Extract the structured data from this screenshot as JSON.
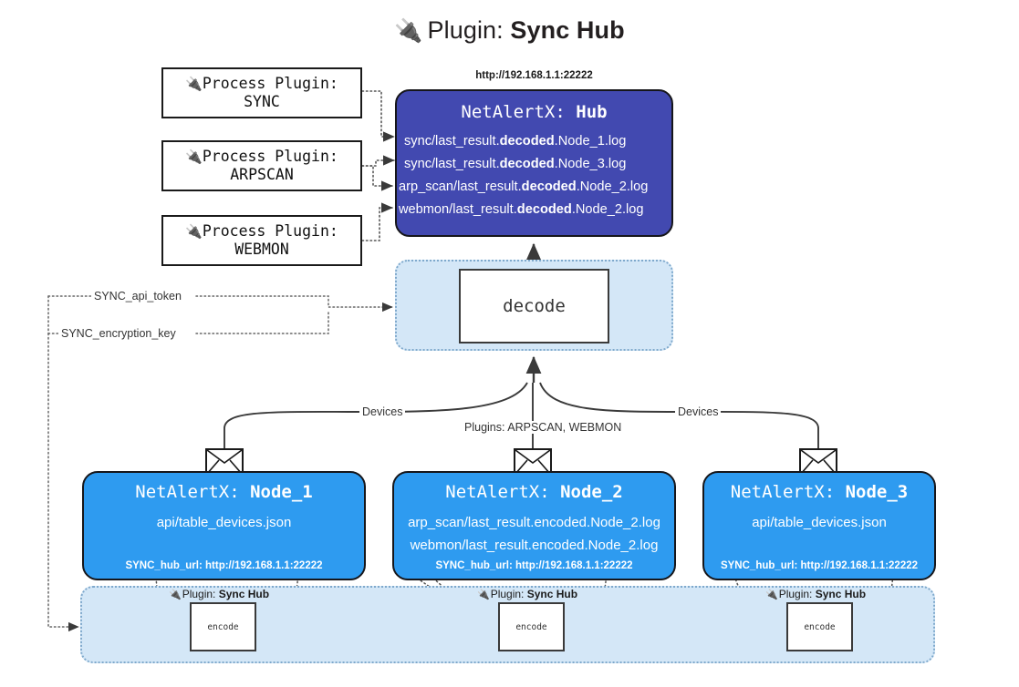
{
  "title": {
    "icon": "plug-icon",
    "prefix": "Plugin:",
    "name": "Sync Hub"
  },
  "process_plugins": [
    {
      "icon": "plug-icon",
      "line1": "Process Plugin:",
      "line2": "SYNC"
    },
    {
      "icon": "plug-icon",
      "line1": "Process Plugin:",
      "line2": "ARPSCAN"
    },
    {
      "icon": "plug-icon",
      "line1": "Process Plugin:",
      "line2": "WEBMON"
    }
  ],
  "hub": {
    "url": "http://192.168.1.1:22222",
    "title_prefix": "NetAlertX:",
    "title_name": "Hub",
    "logs": [
      {
        "pre": "sync/last_result.",
        "bold": "decoded",
        "post": ".Node_1.log"
      },
      {
        "pre": "sync/last_result.",
        "bold": "decoded",
        "post": ".Node_3.log"
      },
      {
        "pre": "arp_scan/last_result.",
        "bold": "decoded",
        "post": ".Node_2.log"
      },
      {
        "pre": "webmon/last_result.",
        "bold": "decoded",
        "post": ".Node_2.log"
      }
    ]
  },
  "decode": {
    "label": "decode"
  },
  "encode": {
    "label": "encode"
  },
  "plugin_tag": {
    "icon": "plug-icon",
    "prefix": "Plugin:",
    "name": "Sync Hub"
  },
  "settings": {
    "api_token": "SYNC_api_token",
    "encryption_key": "SYNC_encryption_key"
  },
  "edge_labels": {
    "devices_left": "Devices",
    "devices_right": "Devices",
    "plugins_mid": "Plugins: ARPSCAN, WEBMON"
  },
  "nodes": [
    {
      "title_prefix": "NetAlertX:",
      "title_name": "Node_1",
      "lines": [
        "api/table_devices.json"
      ],
      "url_key": "SYNC_hub_url:",
      "url": "http://192.168.1.1:22222"
    },
    {
      "title_prefix": "NetAlertX:",
      "title_name": "Node_2",
      "lines": [
        "arp_scan/last_result.encoded.Node_2.log",
        "webmon/last_result.encoded.Node_2.log"
      ],
      "url_key": "SYNC_hub_url:",
      "url": "http://192.168.1.1:22222"
    },
    {
      "title_prefix": "NetAlertX:",
      "title_name": "Node_3",
      "lines": [
        "api/table_devices.json"
      ],
      "url_key": "SYNC_hub_url:",
      "url": "http://192.168.1.1:22222"
    }
  ],
  "colors": {
    "hub_fill": "#4249b0",
    "node_fill": "#2e9bf0",
    "cluster_fill": "#d4e7f7",
    "cluster_border": "#7fa9cc",
    "stroke": "#16161a"
  }
}
